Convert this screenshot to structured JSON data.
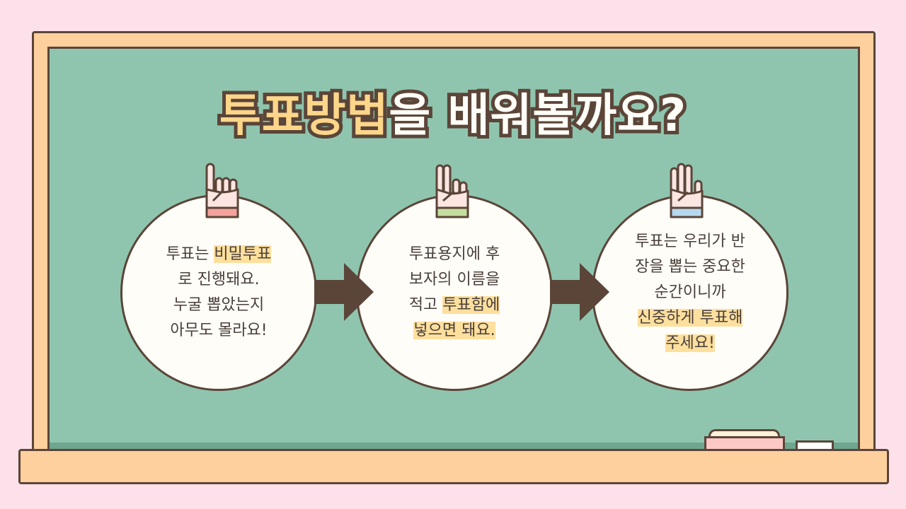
{
  "title": {
    "highlight": "투표방법",
    "rest": "을 배워볼까요?"
  },
  "colors": {
    "background": "#fde1ea",
    "board": "#8fc5ae",
    "frame": "#fdd09e",
    "outline": "#5b4539",
    "highlight": "#fddf9e"
  },
  "steps": [
    {
      "hand_icon": "one-finger-hand-icon",
      "cuff_color": "#f3a29c",
      "lines": [
        [
          "투표는 ",
          "비밀투표"
        ],
        [
          "로 진행돼요.",
          ""
        ],
        [
          "누굴 뽑았는지",
          ""
        ],
        [
          "아무도 몰라요!",
          ""
        ]
      ]
    },
    {
      "hand_icon": "two-finger-hand-icon",
      "cuff_color": "#c5dea0",
      "lines": [
        [
          "투표용지에 후",
          ""
        ],
        [
          "보자의 이름을",
          ""
        ],
        [
          "적고 ",
          "투표함에"
        ],
        [
          "",
          "넣으면 돼요."
        ]
      ]
    },
    {
      "hand_icon": "three-finger-hand-icon",
      "cuff_color": "#b5d8ef",
      "lines": [
        [
          "투표는 우리가 반",
          ""
        ],
        [
          "장을 뽑는 중요한",
          ""
        ],
        [
          "순간이니까",
          ""
        ],
        [
          "",
          "신중하게 투표해"
        ],
        [
          "",
          "주세요!"
        ]
      ]
    }
  ]
}
